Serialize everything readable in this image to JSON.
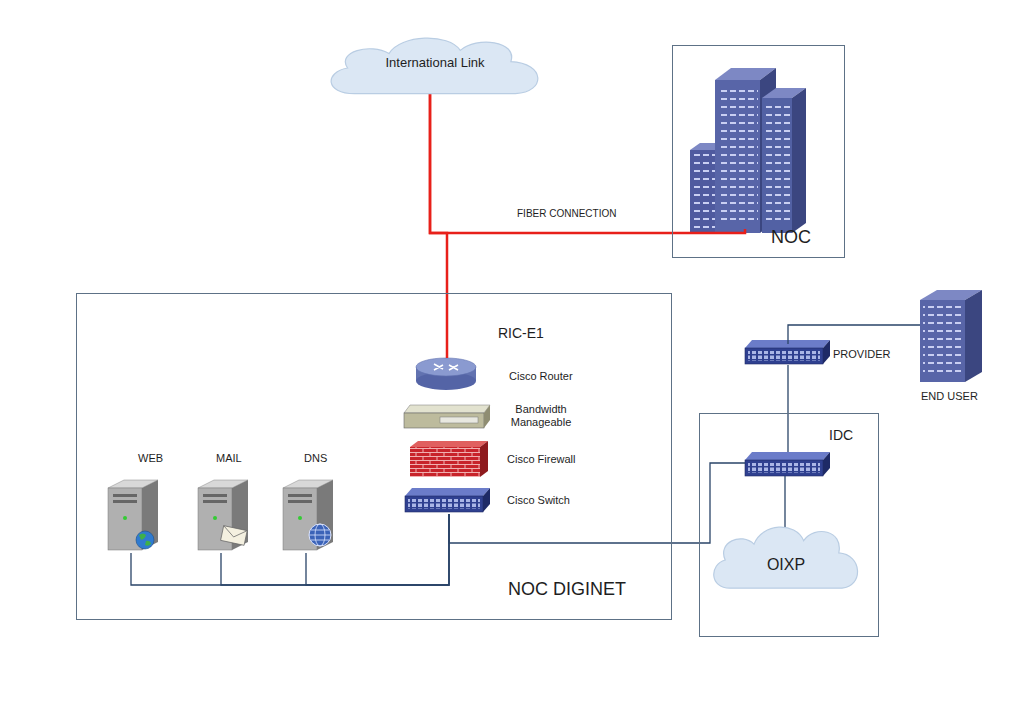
{
  "diagram": {
    "nodes": [
      {
        "text": [
          "International Link"
        ]
      },
      {
        "text": [
          "NOC"
        ]
      },
      {
        "text": [
          "NOC DIGINET"
        ]
      },
      {
        "text": [
          "RIC-E1",
          "Cisco Router"
        ],
        "in": 2
      },
      {
        "text": [
          "Bandwidth Manageable"
        ],
        "in": 2
      },
      {
        "text": [
          "Cisco Firewall"
        ],
        "in": 2
      },
      {
        "text": [
          "Cisco Switch"
        ],
        "in": 2
      },
      {
        "text": [
          "WEB"
        ],
        "in": 2
      },
      {
        "text": [
          "MAIL"
        ],
        "in": 2
      },
      {
        "text": [
          "DNS"
        ],
        "in": 2
      },
      {
        "text": [
          "PROVIDER"
        ]
      },
      {
        "text": [
          "END USER"
        ]
      },
      {
        "text": [
          "IDC"
        ]
      },
      {
        "text": [
          "OIXP"
        ],
        "in": 12
      }
    ],
    "edges": [
      {
        "from": 0,
        "to": 1,
        "label": "FIBER CONNECTION",
        "arrow": "none"
      },
      {
        "from": 0,
        "to": 3,
        "arrow": "none"
      },
      {
        "from": 6,
        "to": 7,
        "arrow": "none"
      },
      {
        "from": 6,
        "to": 8,
        "arrow": "none"
      },
      {
        "from": 6,
        "to": 9,
        "arrow": "none"
      },
      {
        "from": 6,
        "to": 12,
        "arrow": "none"
      },
      {
        "from": 10,
        "to": 11,
        "arrow": "none"
      },
      {
        "from": 10,
        "to": 12,
        "arrow": "none"
      }
    ]
  }
}
